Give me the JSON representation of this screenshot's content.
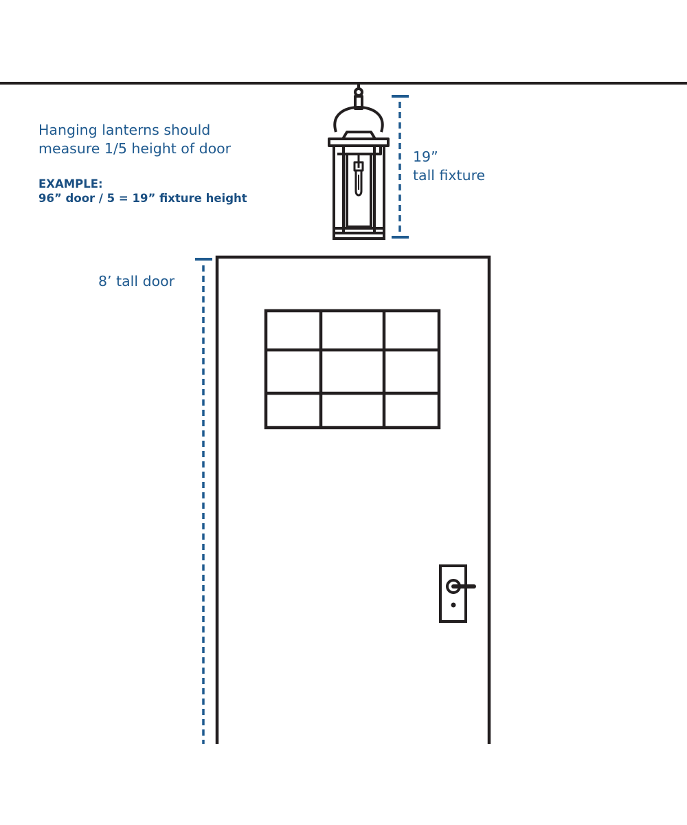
{
  "colors": {
    "accent": "#1f5a8f",
    "accent_dark": "#1a4f82",
    "line": "#231f20"
  },
  "guide": {
    "line1": "Hanging lanterns should",
    "line2": "measure 1/5 height of door",
    "example_heading": "EXAMPLE:",
    "example_formula": "96” door / 5 = 19” fixture height"
  },
  "fixture_dimension": {
    "value": "19”",
    "caption": "tall fixture"
  },
  "door_dimension": {
    "label": "8’ tall door"
  },
  "icons": {
    "lantern": "hanging-lantern-icon",
    "door_handle": "door-lever-handle-icon"
  }
}
